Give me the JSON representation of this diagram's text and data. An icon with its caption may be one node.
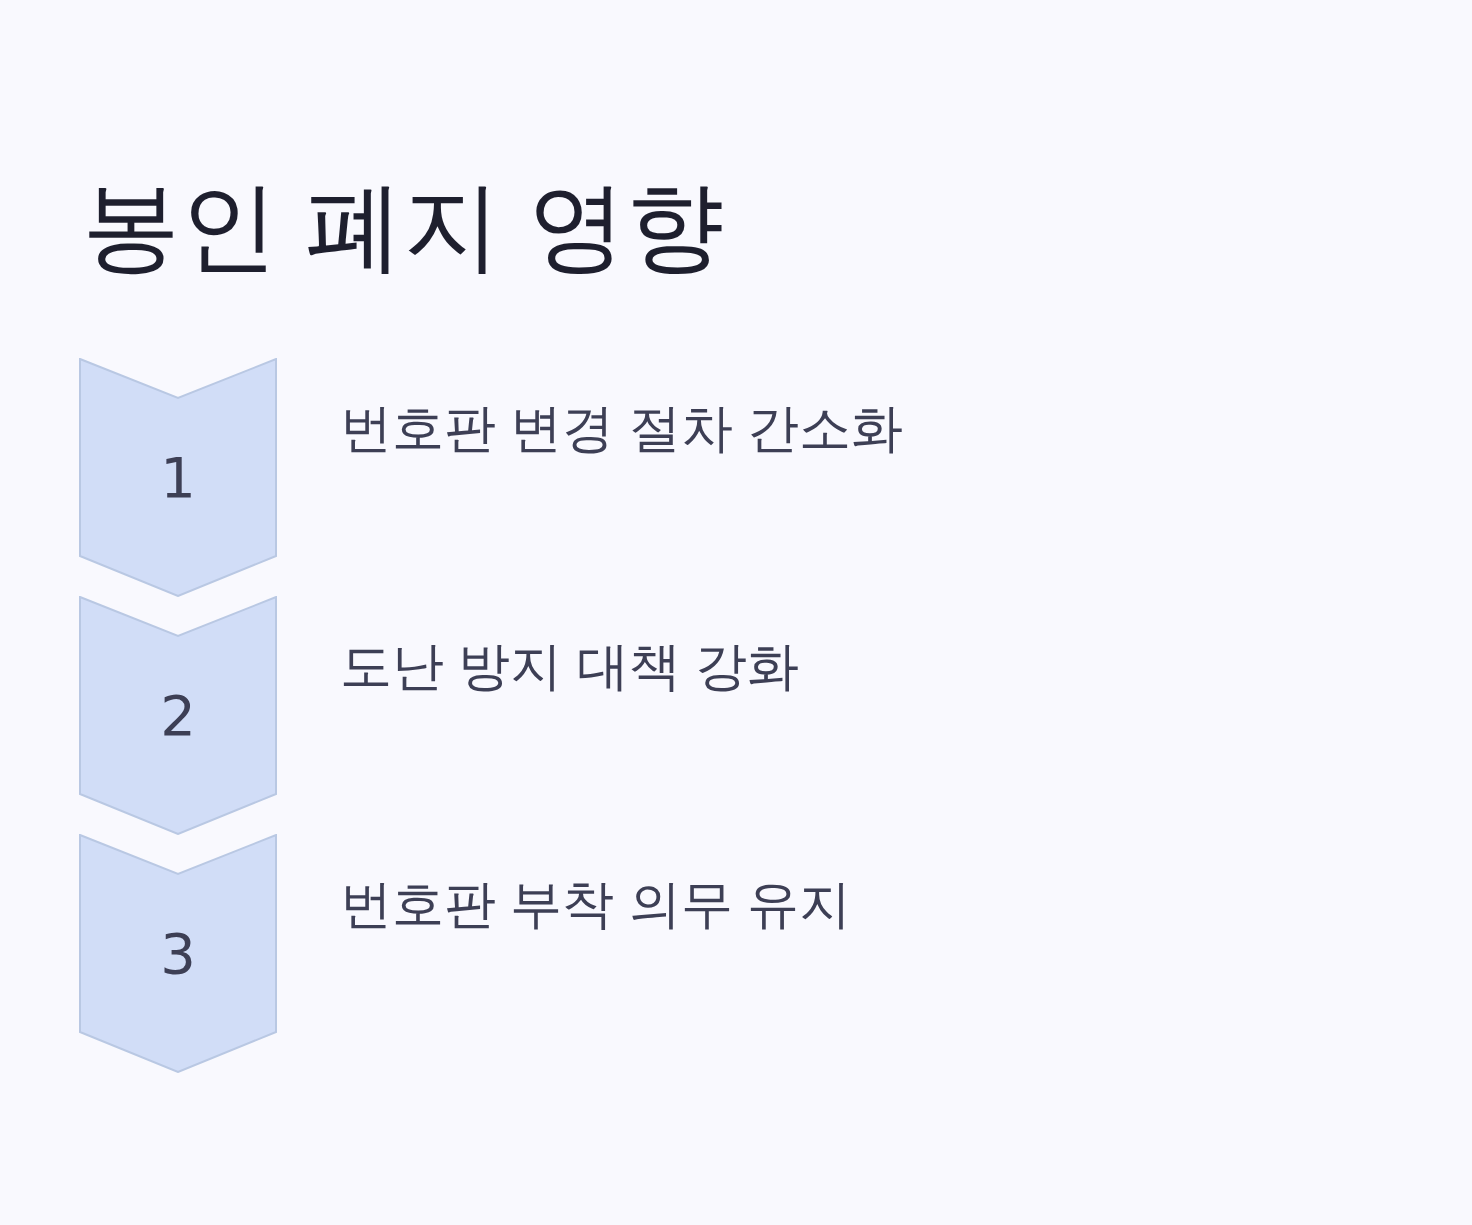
{
  "diagram": {
    "title": "봉인 폐지 영향",
    "nodes": [
      {
        "text": [
          "1"
        ],
        "beside": [
          "번호판 변경 절차 간소화"
        ]
      },
      {
        "text": [
          "2"
        ],
        "beside": [
          "도난 방지 대책 강화"
        ]
      },
      {
        "text": [
          "3"
        ],
        "beside": [
          "번호판 부착 의무 유지"
        ]
      }
    ]
  }
}
